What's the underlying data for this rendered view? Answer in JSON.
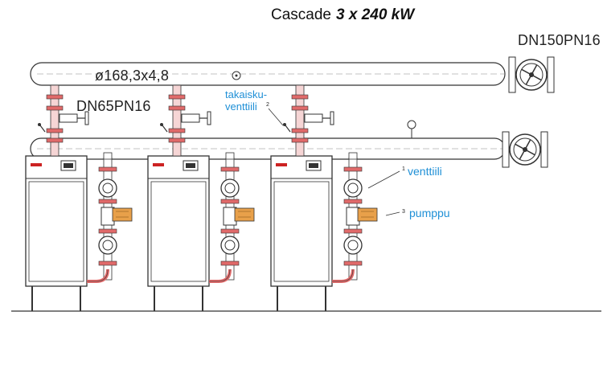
{
  "diagram": {
    "title_prefix": "Cascade",
    "title_power": "3 x 240 kW",
    "pipe_spec": "ø168,3x4,8",
    "main_flange": "DN150PN16",
    "branch_flange": "DN65PN16",
    "callouts": [
      {
        "number": "2",
        "text_line1": "takaisku-",
        "text_line2": "venttiili"
      },
      {
        "number": "1",
        "text": "venttiili"
      },
      {
        "number": "3",
        "text": "pumppu"
      }
    ],
    "boiler_count": 3,
    "colors": {
      "line": "#333333",
      "flange": "#e06a6a",
      "pump_body": "#e8a04a",
      "callout_text": "#1e8fd6",
      "brand_red": "#cc2222"
    }
  }
}
